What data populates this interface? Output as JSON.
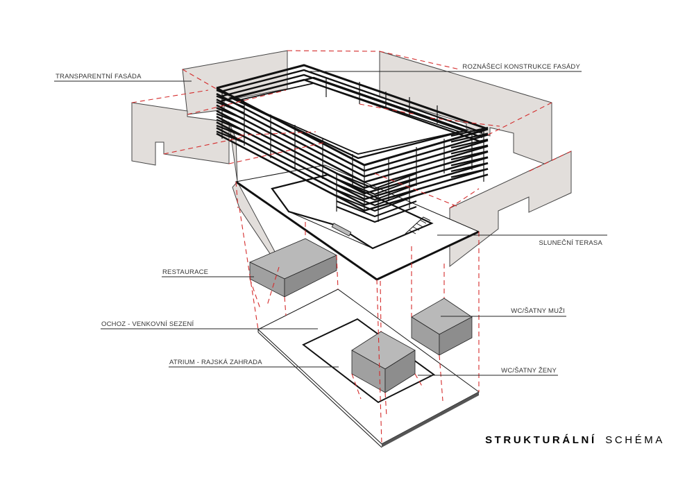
{
  "title": {
    "bold": "STRUKTURÁLNÍ",
    "normal": "SCHÉMA"
  },
  "labels": {
    "transparent_facade": "TRANSPARENTNÍ FASÁDA",
    "facade_structure": "ROZNÁŠECÍ KONSTRUKCE FASÁDY",
    "sun_terrace": "SLUNEČNÍ TERASA",
    "restaurant": "RESTAURACE",
    "walkway": "OCHOZ - VENKOVNÍ SEZENÍ",
    "atrium": "ATRIUM - RAJSKÁ ZAHRADA",
    "wc_men": "WC/ŠATNY MUŽI",
    "wc_women": "WC/ŠATNY ŽENY"
  },
  "colors": {
    "wall_fill": "#e2dedb",
    "block_fill": "#a4a4a4",
    "block_top": "#b8b8b8",
    "dash_red": "#d42a2a",
    "line": "#111111"
  }
}
